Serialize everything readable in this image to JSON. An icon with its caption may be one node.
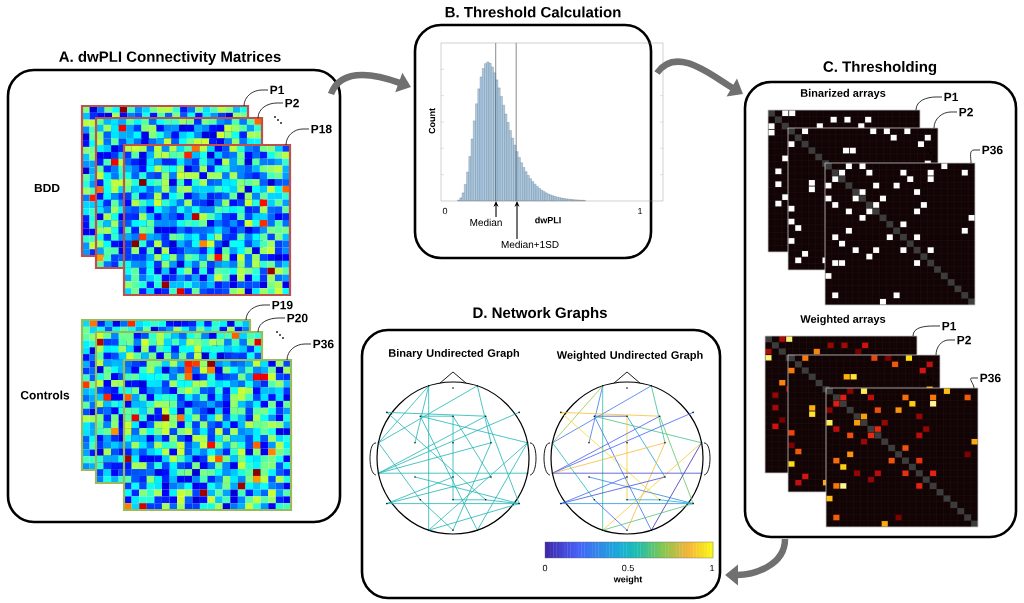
{
  "diagram": {
    "nodes": [
      {
        "text": [
          "A. dwPLI Connectivity Matrices"
        ]
      },
      {
        "text": [
          "B. Threshold Calculation"
        ]
      },
      {
        "text": [
          "C. Thresholding"
        ]
      },
      {
        "text": [
          "D. Network Graphs"
        ]
      },
      {
        "text": [],
        "shape": "picture",
        "in": 0
      },
      {
        "text": [],
        "shape": "picture",
        "in": 0
      },
      {
        "text": [],
        "shape": "picture",
        "in": 0
      },
      {
        "text": [],
        "shape": "picture",
        "in": 0
      },
      {
        "text": [],
        "shape": "picture",
        "in": 0
      },
      {
        "text": [],
        "shape": "picture",
        "in": 0
      },
      {
        "text": [
          "P1"
        ],
        "in": 0
      },
      {
        "text": [
          "P2"
        ],
        "in": 0
      },
      {
        "text": [
          "P18"
        ],
        "in": 0
      },
      {
        "text": [
          "P19"
        ],
        "in": 0
      },
      {
        "text": [
          "P20"
        ],
        "in": 0
      },
      {
        "text": [
          "P36"
        ],
        "in": 0
      },
      {
        "text": [],
        "shape": "picture",
        "in": 2
      },
      {
        "text": [],
        "shape": "picture",
        "in": 2
      },
      {
        "text": [],
        "shape": "picture",
        "in": 2
      },
      {
        "text": [],
        "shape": "picture",
        "in": 2
      },
      {
        "text": [],
        "shape": "picture",
        "in": 2
      },
      {
        "text": [],
        "shape": "picture",
        "in": 2
      },
      {
        "text": [
          "P1"
        ],
        "in": 2
      },
      {
        "text": [
          "P2"
        ],
        "in": 2
      },
      {
        "text": [
          "P36"
        ],
        "in": 2
      },
      {
        "text": [
          "P1"
        ],
        "in": 2
      },
      {
        "text": [
          "P2"
        ],
        "in": 2
      },
      {
        "text": [
          "P36"
        ],
        "in": 2
      },
      {
        "text": [
          "Median"
        ],
        "in": 1
      },
      {
        "text": [
          "Median+1SD"
        ],
        "in": 1
      },
      {
        "text": [],
        "shape": "picture",
        "in": 1
      }
    ],
    "edges": [
      {
        "from": 0,
        "to": 1,
        "arrow": "to",
        "style": "thick",
        "color": "#707070"
      },
      {
        "from": 1,
        "to": 2,
        "arrow": "to",
        "style": "thick",
        "color": "#707070"
      },
      {
        "from": 2,
        "to": 3,
        "arrow": "to",
        "style": "thick",
        "color": "#707070"
      },
      {
        "from": 10,
        "to": 4,
        "arrow": "none"
      },
      {
        "from": 11,
        "to": 5,
        "arrow": "none"
      },
      {
        "from": 12,
        "to": 6,
        "arrow": "none"
      },
      {
        "from": 13,
        "to": 7,
        "arrow": "none"
      },
      {
        "from": 14,
        "to": 8,
        "arrow": "none"
      },
      {
        "from": 15,
        "to": 9,
        "arrow": "none"
      },
      {
        "from": 22,
        "to": 16,
        "arrow": "none"
      },
      {
        "from": 23,
        "to": 17,
        "arrow": "none"
      },
      {
        "from": 24,
        "to": 18,
        "arrow": "none"
      },
      {
        "from": 25,
        "to": 19,
        "arrow": "none"
      },
      {
        "from": 26,
        "to": 20,
        "arrow": "none"
      },
      {
        "from": 27,
        "to": 21,
        "arrow": "none"
      },
      {
        "from": 28,
        "to": 30,
        "arrow": "to"
      },
      {
        "from": 29,
        "to": 30,
        "arrow": "to"
      }
    ],
    "labels": [
      "BDD",
      "Controls",
      "Count",
      "0",
      "1",
      "dwPLI",
      "Binarized arrays",
      "Weighted arrays",
      "Binary Undirected Graph",
      "Weighted Undirected Graph",
      "0",
      "0.5",
      "1",
      "weight"
    ]
  }
}
